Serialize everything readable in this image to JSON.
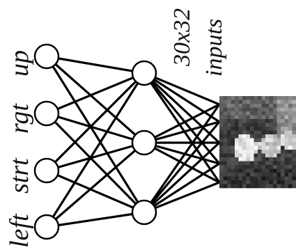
{
  "diagram": {
    "output_labels": [
      "up",
      "rgt",
      "strt",
      "left"
    ],
    "input_caption_line1": "30x32",
    "input_caption_line2": "inputs",
    "output_node_count": 4,
    "hidden_node_count": 3,
    "input_image": "pixelated grayscale camera image"
  }
}
